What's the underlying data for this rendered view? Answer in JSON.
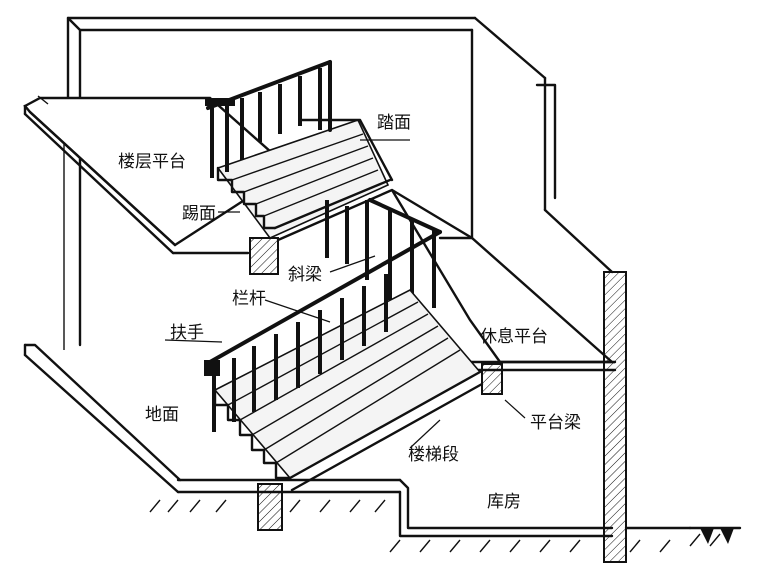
{
  "labels": {
    "tread": "踏面",
    "floor_platform": "楼层平台",
    "riser": "踢面",
    "stringer": "斜梁",
    "baluster": "栏杆",
    "handrail": "扶手",
    "rest_platform": "休息平台",
    "ground": "地面",
    "platform_beam": "平台梁",
    "flight": "楼梯段",
    "storeroom": "库房"
  }
}
